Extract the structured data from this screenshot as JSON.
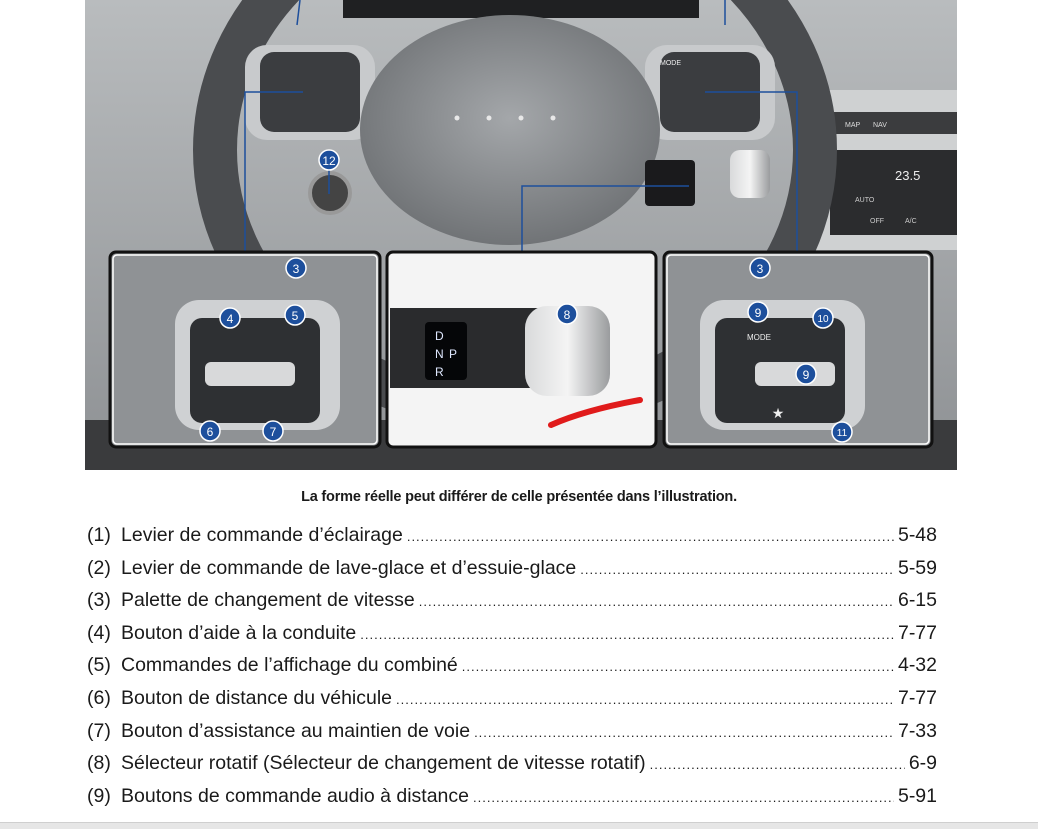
{
  "illustration": {
    "callouts": {
      "c12": "12",
      "c3a": "3",
      "c4": "4",
      "c5": "5",
      "c6": "6",
      "c7": "7",
      "c8": "8",
      "c3b": "3",
      "c9a": "9",
      "c10": "10",
      "c9b": "9",
      "c11": "11"
    },
    "labels": {
      "mode_top": "MODE",
      "mode_inset": "MODE",
      "map": "MAP",
      "nav": "NAV",
      "temp": "23.5",
      "auto": "AUTO",
      "off": "OFF",
      "ac": "A/C",
      "gear_d": "D",
      "gear_n": "N",
      "gear_p": "P",
      "gear_r": "R"
    },
    "colors": {
      "callout": "#1d4f9c",
      "annotation": "#e01b1b"
    }
  },
  "caption": "La forme réelle peut différer de celle présentée dans l’illustration.",
  "items": [
    {
      "num": "(1)",
      "label": "Levier de commande d’éclairage",
      "page": "5-48"
    },
    {
      "num": "(2)",
      "label": "Levier de commande de lave-glace et d’essuie-glace",
      "page": "5-59"
    },
    {
      "num": "(3)",
      "label": "Palette de changement de vitesse",
      "page": "6-15"
    },
    {
      "num": "(4)",
      "label": "Bouton d’aide à la conduite",
      "page": "7-77"
    },
    {
      "num": "(5)",
      "label": "Commandes de l’affichage du combiné",
      "page": "4-32"
    },
    {
      "num": "(6)",
      "label": "Bouton de distance du véhicule",
      "page": "7-77"
    },
    {
      "num": "(7)",
      "label": "Bouton d’assistance au maintien de voie",
      "page": "7-33"
    },
    {
      "num": "(8)",
      "label": "Sélecteur rotatif (Sélecteur de changement de vitesse rotatif)",
      "page": "6-9"
    },
    {
      "num": "(9)",
      "label": "Boutons de commande audio à distance",
      "page": "5-91"
    }
  ]
}
